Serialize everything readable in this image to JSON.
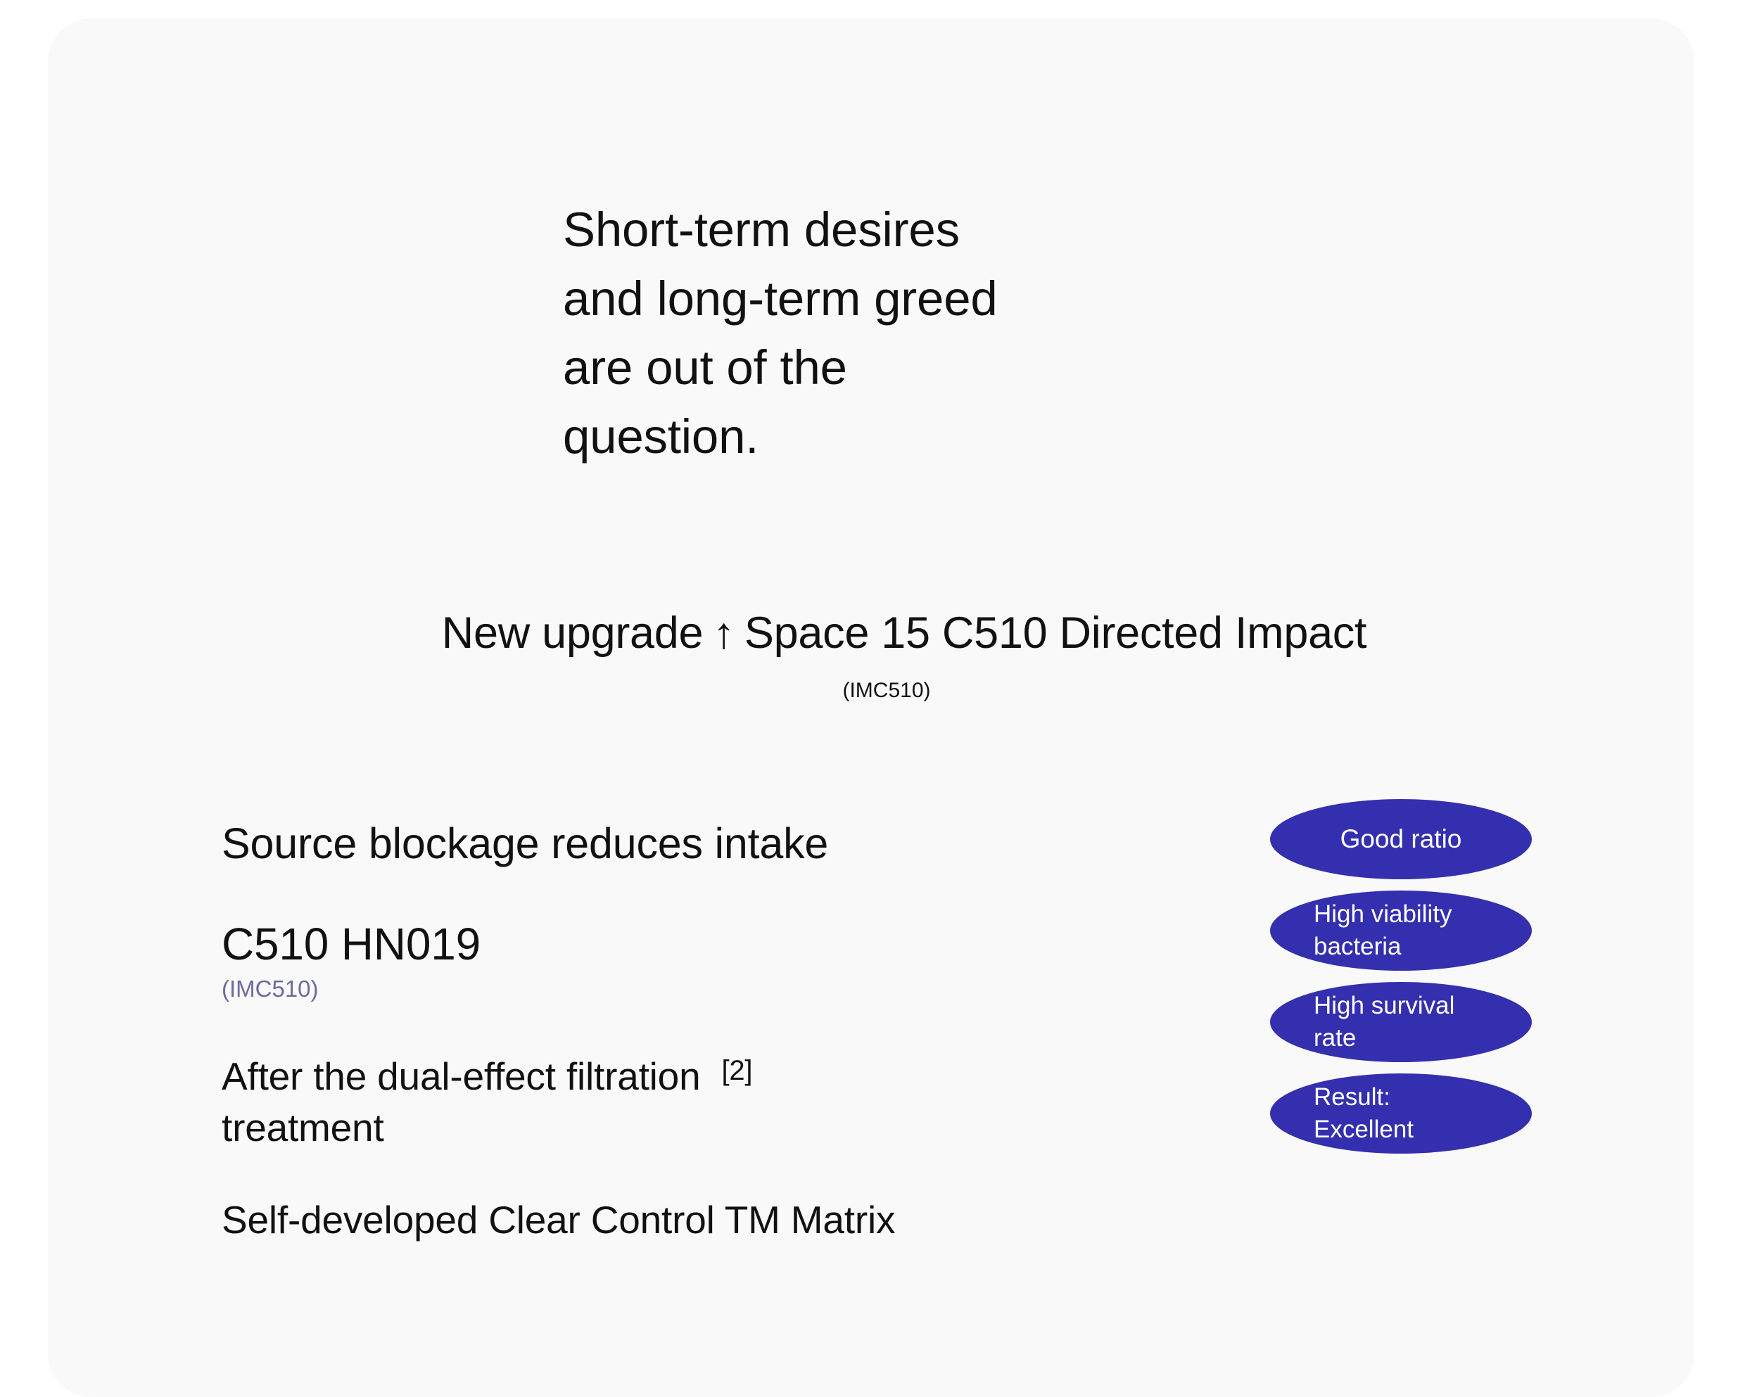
{
  "card": {
    "background_color": "#f9f9f9",
    "page_background": "#ffffff"
  },
  "quote": {
    "lines": [
      "Short-term desires",
      "and long-term greed",
      "are out of the",
      "question."
    ]
  },
  "headline": {
    "prefix": "New upgrade",
    "arrow_icon": "up-arrow",
    "arrow_glyph": "↑",
    "suffix": "Space 15 C510 Directed Impact",
    "subscript": "(IMC510)"
  },
  "body": {
    "heading_primary": "Source blockage reduces intake",
    "product_name": "C510 HN019",
    "product_code": "(IMC510)",
    "product_code_color": "#6b6b9e",
    "paragraph_line_1": "After the dual-effect filtration",
    "reference_marker": "[2]",
    "paragraph_line_2": "treatment",
    "paragraph_line_3": "Self-developed Clear Control TM Matrix"
  },
  "badges": {
    "fill_color": "#342faf",
    "text_color": "#ffffff",
    "items": [
      {
        "label": "Good ratio",
        "lines": [
          "Good ratio"
        ],
        "single_line": true
      },
      {
        "label": "High viability bacteria",
        "lines": [
          "High viability",
          "bacteria"
        ],
        "single_line": false
      },
      {
        "label": "High survival rate",
        "lines": [
          "High survival",
          "rate"
        ],
        "single_line": false
      },
      {
        "label": "Result: Excellent",
        "lines": [
          "Result:",
          "Excellent"
        ],
        "single_line": false
      }
    ]
  }
}
